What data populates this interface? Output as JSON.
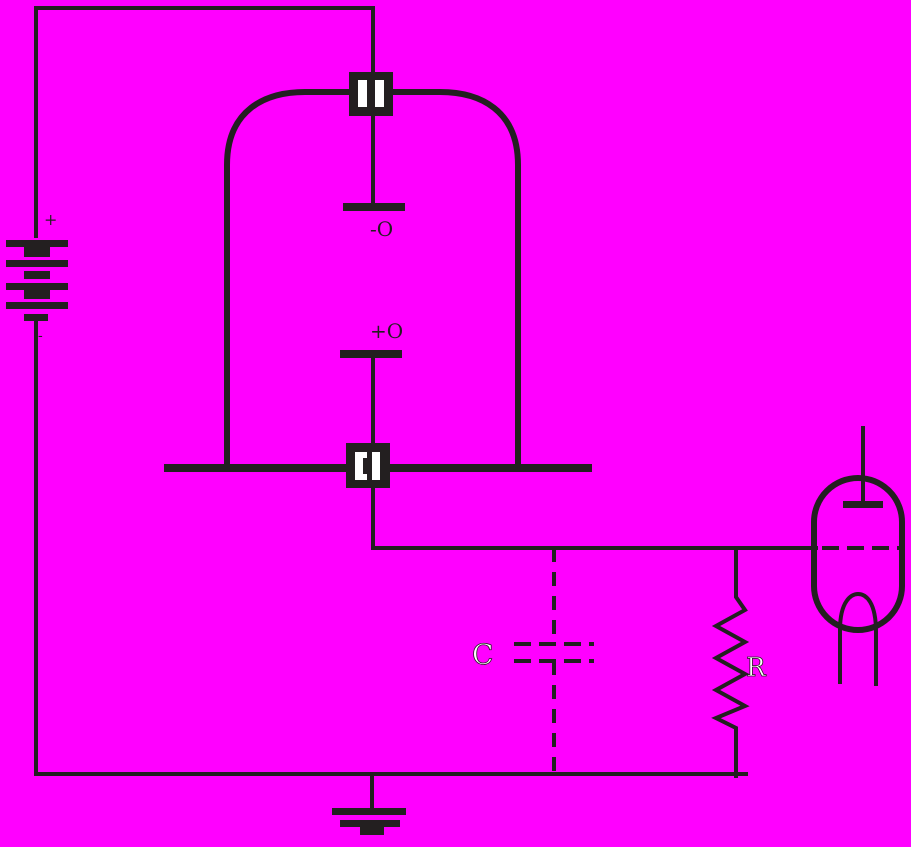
{
  "diagram": {
    "background": "#ff00ff",
    "stroke_color": "#231f20",
    "insulator_fill": "#ffffff",
    "battery": {
      "plus_label": "+",
      "minus_label": "-"
    },
    "electrodes": {
      "upper_label": "-O",
      "lower_label": "+O"
    },
    "capacitor": {
      "label": "C"
    },
    "resistor": {
      "label": "R"
    }
  }
}
